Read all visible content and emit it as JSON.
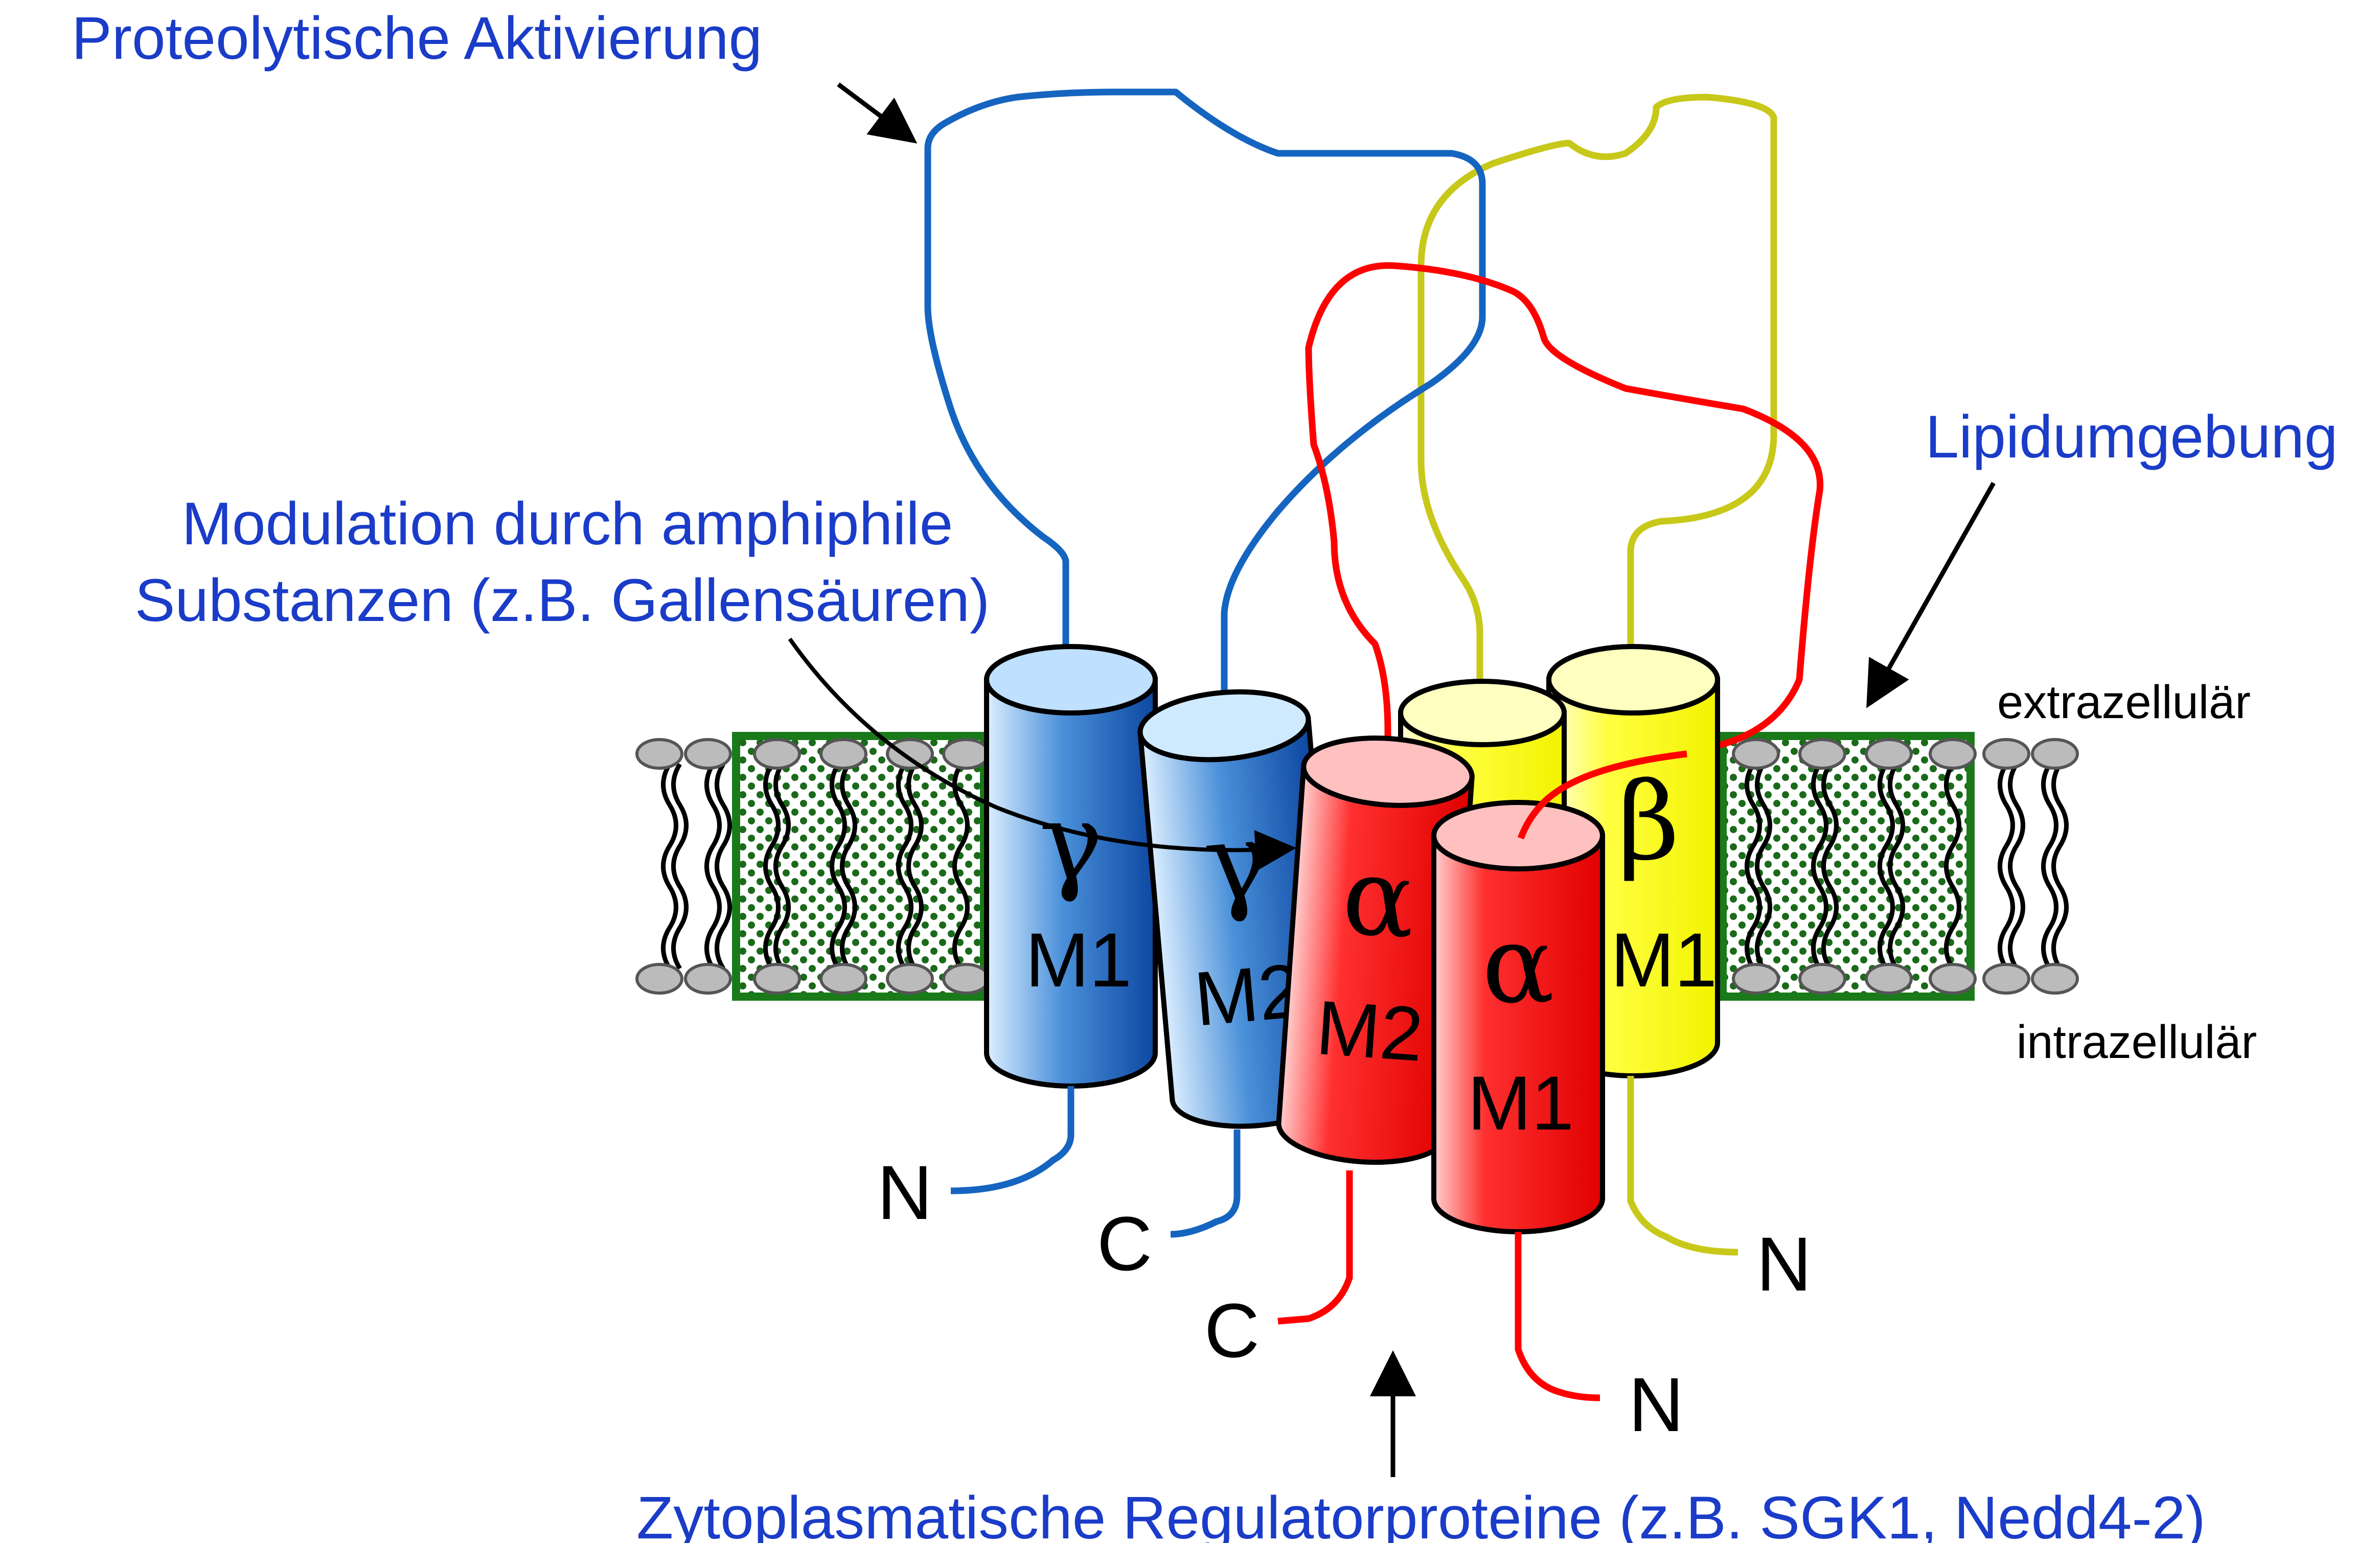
{
  "labels": {
    "proteolytic": "Proteolytische Aktivierung",
    "modulation_line1": "Modulation durch amphiphile",
    "modulation_line2": "Substanzen (z.B. Gallensäuren)",
    "lipid": "Lipidumgebung",
    "extracellular": "extrazellulär",
    "intracellular": "intrazellulär",
    "cytoplasmic": "Zytoplasmatische Regulatorproteine (z.B. SGK1, Nedd4-2)"
  },
  "helices": [
    {
      "greek": "γ",
      "domain": "M1",
      "color": "#1565c0"
    },
    {
      "greek": "γ",
      "domain": "M2",
      "color": "#1565c0"
    },
    {
      "greek": "α",
      "domain": "M2",
      "color": "#ff0000"
    },
    {
      "greek": "α",
      "domain": "M1",
      "color": "#ff0000"
    },
    {
      "greek": "β",
      "domain": "M1",
      "color": "#ffff00"
    }
  ],
  "termini": {
    "gamma_n": "N",
    "gamma_c": "C",
    "alpha_c": "C",
    "alpha_n": "N",
    "beta_n": "N"
  },
  "colors": {
    "label_blue": "#1a3cc8",
    "gamma_chain": "#1565c0",
    "alpha_chain": "#ff0000",
    "beta_chain": "#c8c81a",
    "membrane_green": "#1a7a1a"
  }
}
